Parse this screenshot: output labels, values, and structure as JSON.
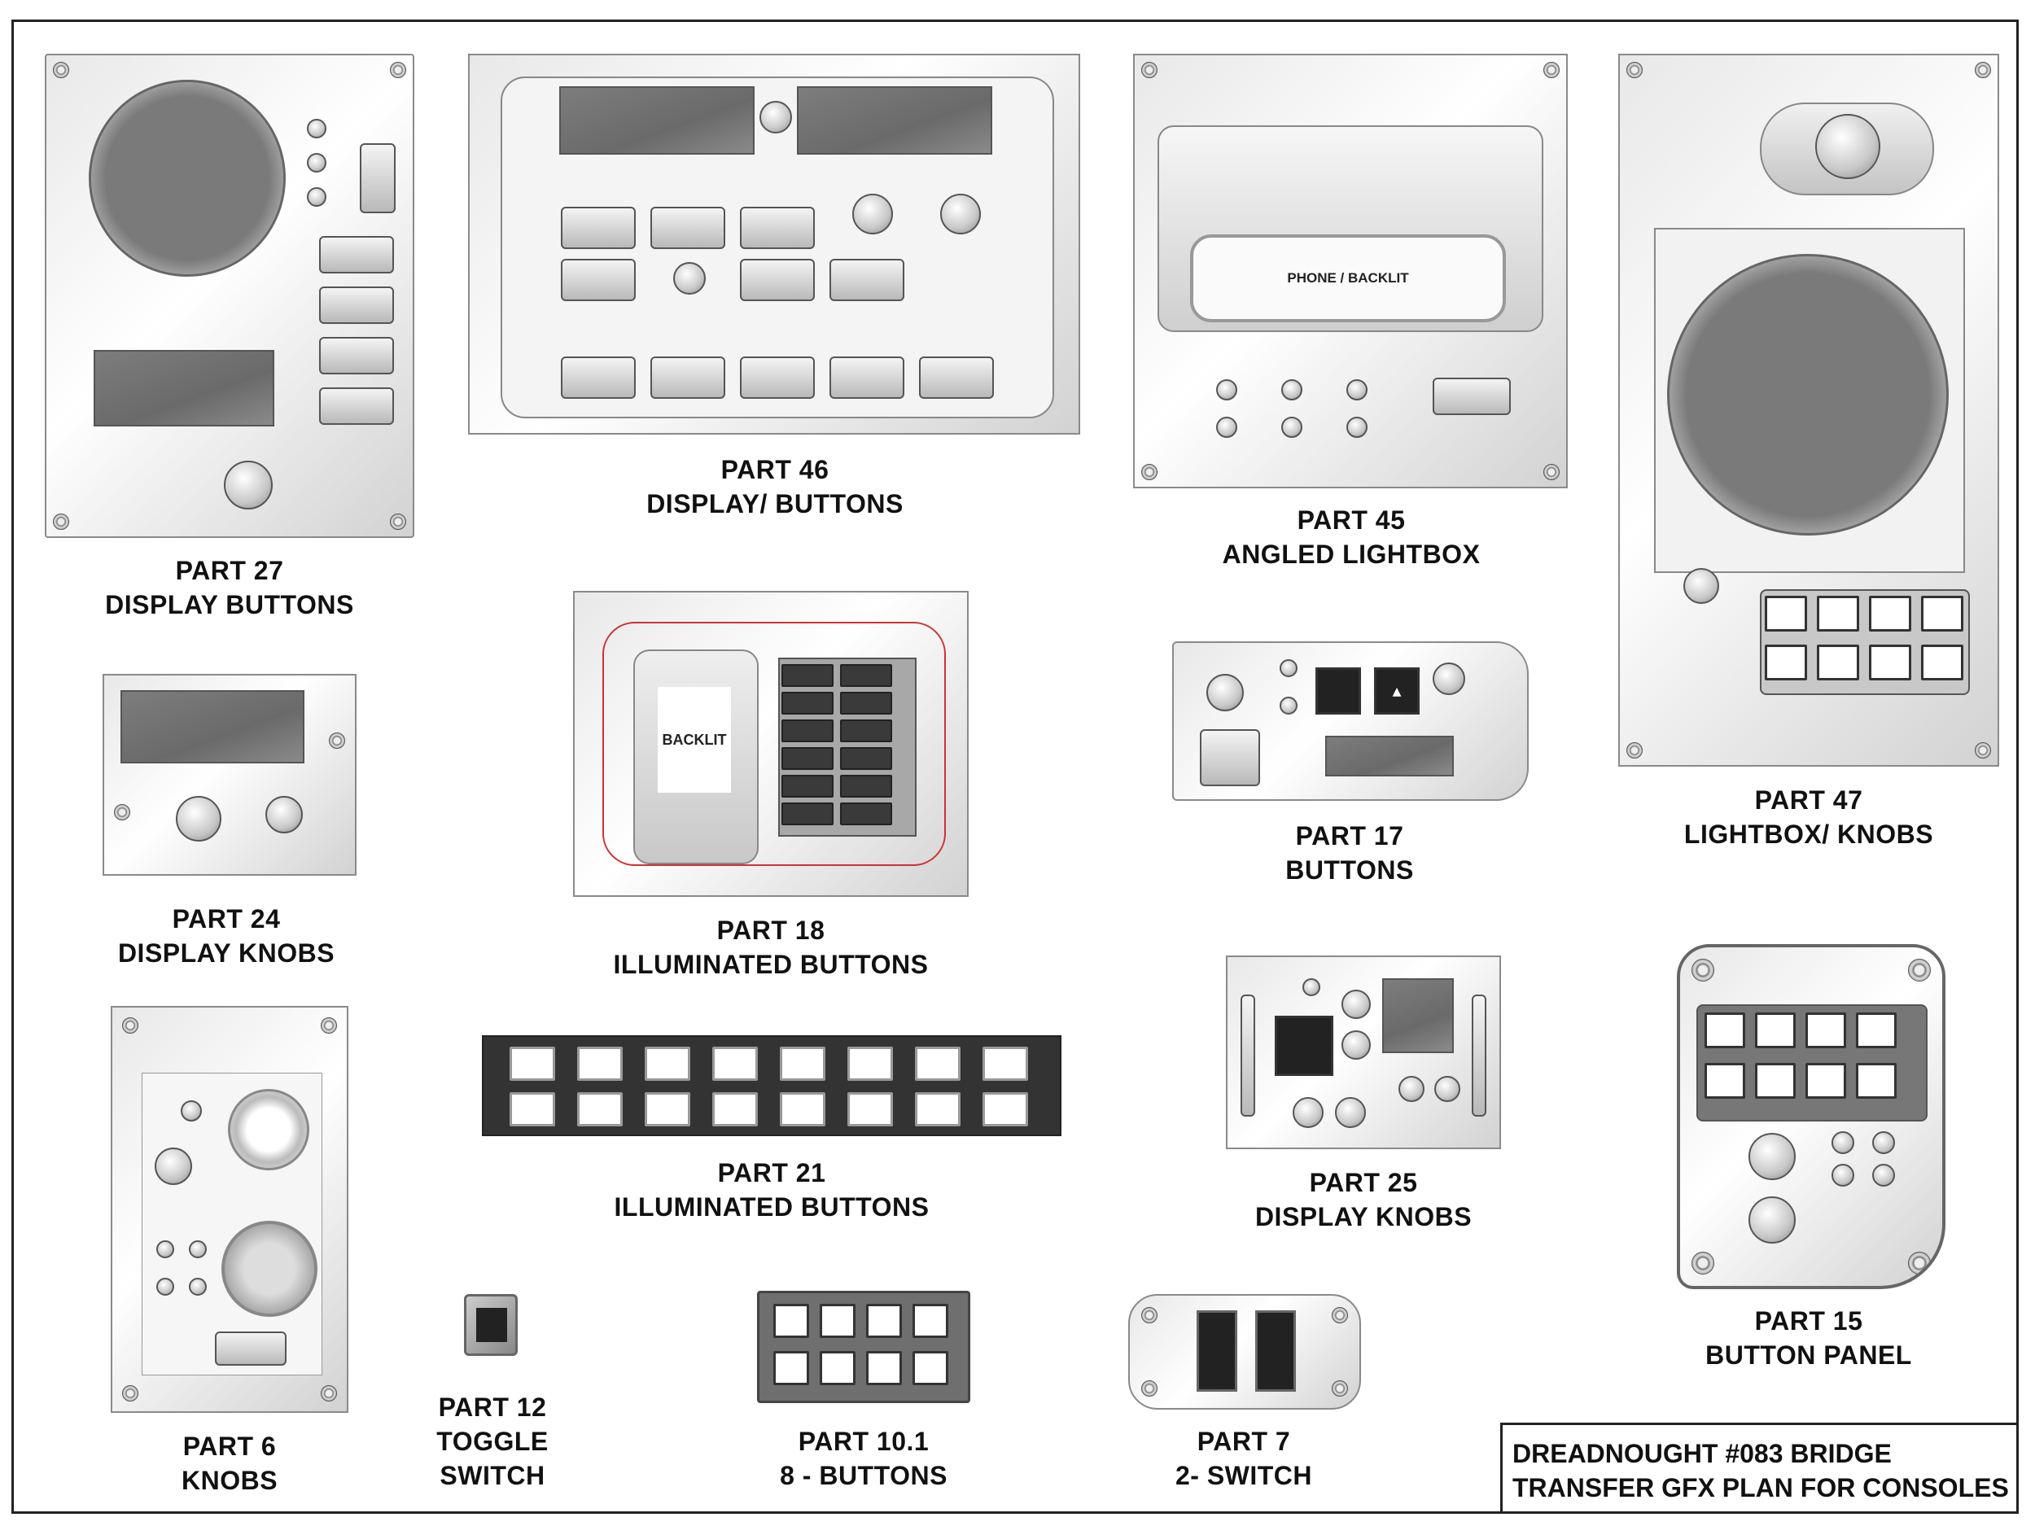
{
  "parts": {
    "p27": {
      "line1": "PART 27",
      "line2": "DISPLAY BUTTONS"
    },
    "p46": {
      "line1": "PART 46",
      "line2": "DISPLAY/ BUTTONS"
    },
    "p45": {
      "line1": "PART 45",
      "line2": "ANGLED LIGHTBOX",
      "screen_text": "PHONE / BACKLIT"
    },
    "p47": {
      "line1": "PART 47",
      "line2": "LIGHTBOX/ KNOBS"
    },
    "p24": {
      "line1": "PART 24",
      "line2": "DISPLAY KNOBS"
    },
    "p18": {
      "line1": "PART 18",
      "line2": "ILLUMINATED BUTTONS",
      "screen_text": "BACKLIT"
    },
    "p17": {
      "line1": "PART 17",
      "line2": "BUTTONS"
    },
    "p25": {
      "line1": "PART 25",
      "line2": "DISPLAY KNOBS"
    },
    "p21": {
      "line1": "PART 21",
      "line2": "ILLUMINATED BUTTONS"
    },
    "p6": {
      "line1": "PART 6",
      "line2": "KNOBS"
    },
    "p12": {
      "line1": "PART 12",
      "line2": "TOGGLE",
      "line3": "SWITCH"
    },
    "p101": {
      "line1": "PART 10.1",
      "line2": "8 - BUTTONS"
    },
    "p7": {
      "line1": "PART 7",
      "line2": "2- SWITCH"
    },
    "p15": {
      "line1": "PART 15",
      "line2": "BUTTON PANEL"
    }
  },
  "title_block": {
    "line1": "DREADNOUGHT  #083  BRIDGE",
    "line2": "TRANSFER GFX PLAN FOR CONSOLES"
  },
  "colors": {
    "panel_edge": "#8a8a8a",
    "screen_gray": "#7a7a7a",
    "keypad_dark": "#555555",
    "accent_red": "#cc3333"
  }
}
